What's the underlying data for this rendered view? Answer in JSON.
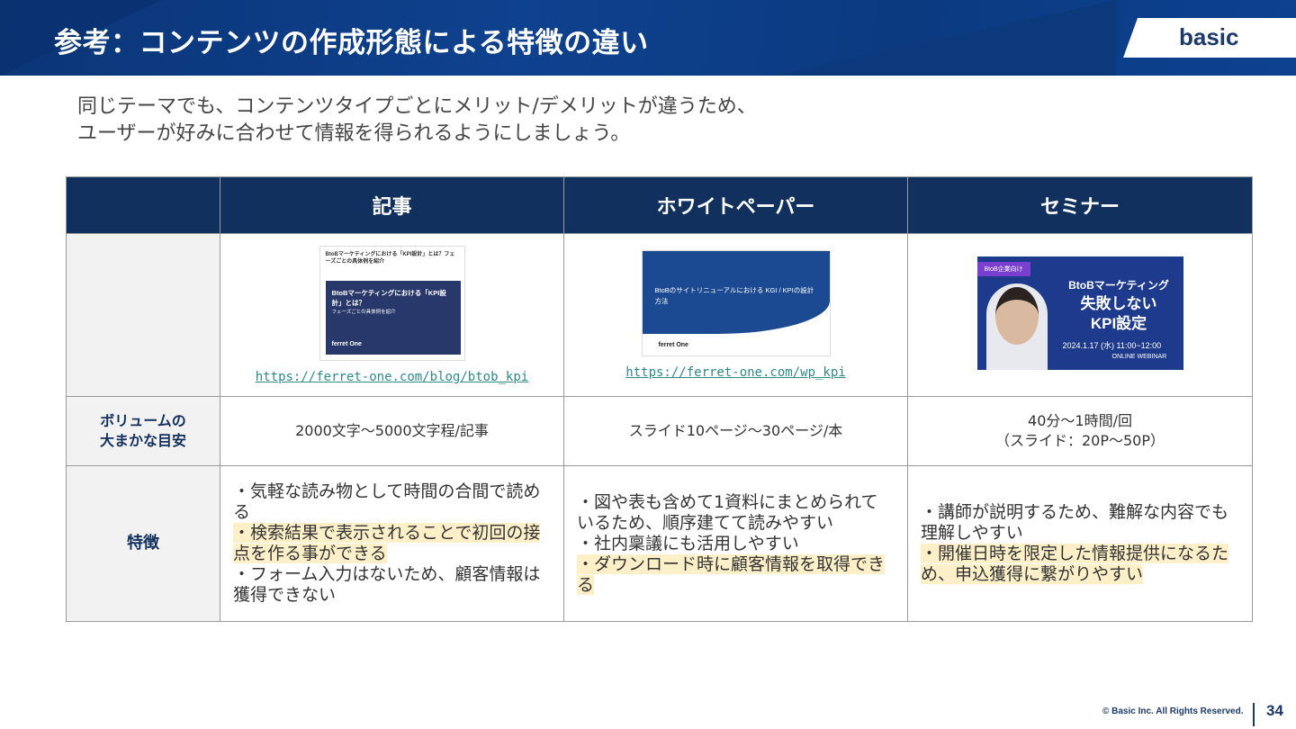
{
  "header": {
    "title": "参考：コンテンツの作成形態による特徴の違い",
    "logo": "basic"
  },
  "lead": [
    "同じテーマでも、コンテンツタイプごとにメリット/デメリットが違うため、",
    "ユーザーが好みに合わせて情報を得られるようにしましょう。"
  ],
  "table": {
    "columns": [
      "",
      "記事",
      "ホワイトペーパー",
      "セミナー"
    ],
    "thumbs": {
      "article": {
        "headline": "BtoBマーケティングにおける「KPI設計」とは？フェーズごとの具体例を紹介",
        "banner": "BtoBマーケティングにおける「KPI設計」とは？",
        "sub": "フェーズごとの具体例を紹介",
        "brand": "ferret One",
        "url": "https://ferret-one.com/blog/btob_kpi"
      },
      "whitepaper": {
        "banner": "BtoBのサイトリニューアルにおける KGI / KPIの設計方法",
        "brand": "ferret One",
        "url": "https://ferret-one.com/wp_kpi"
      },
      "seminar": {
        "tag": "BtoB企業向け",
        "line1": "BtoBマーケティング",
        "line2": "失敗しない",
        "line3": "KPI設定",
        "date": "2024.1.17 (水) 11:00~12:00",
        "webinar": "ONLINE WEBINAR"
      }
    },
    "rows": {
      "volume": {
        "label": "ボリュームの\n大まかな目安",
        "cells": [
          "2000文字〜5000文字程/記事",
          "スライド10ページ〜30ページ/本",
          "40分〜1時間/回",
          "（スライド：20P〜50P）"
        ]
      },
      "features": {
        "label": "特徴",
        "article": [
          "・気軽な読み物として時間の合間で読める",
          "・検索結果で表示されることで初回の接点を作る事ができる",
          "・フォーム入力はないため、顧客情報は獲得できない"
        ],
        "whitepaper": [
          "・図や表も含めて1資料にまとめられているため、順序建てて読みやすい",
          "・社内稟議にも活用しやすい",
          "・ダウンロード時に顧客情報を取得できる"
        ],
        "seminar": [
          "・講師が説明するため、難解な内容でも理解しやすい",
          "・開催日時を限定した情報提供になるため、申込獲得に繋がりやすい"
        ]
      }
    }
  },
  "colors": {
    "header_bg": "#0e418e",
    "table_header": "#12305e",
    "highlight": "#fdf0c8"
  },
  "footer": {
    "copyright": "© Basic Inc. All Rights Reserved.",
    "page": "34"
  }
}
